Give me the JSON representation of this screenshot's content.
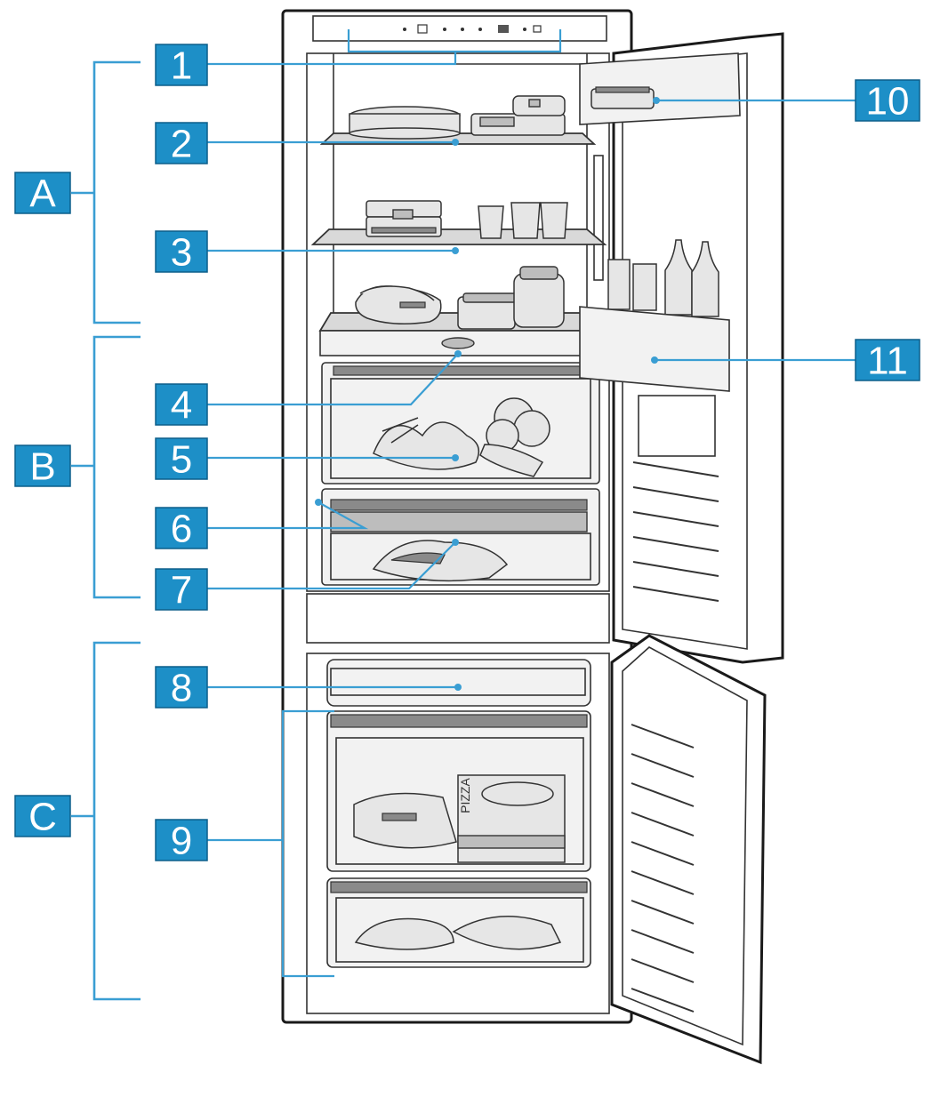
{
  "labels": [
    {
      "id": "1",
      "text": "1"
    },
    {
      "id": "2",
      "text": "2"
    },
    {
      "id": "3",
      "text": "3"
    },
    {
      "id": "4",
      "text": "4"
    },
    {
      "id": "5",
      "text": "5"
    },
    {
      "id": "6",
      "text": "6"
    },
    {
      "id": "7",
      "text": "7"
    },
    {
      "id": "8",
      "text": "8"
    },
    {
      "id": "9",
      "text": "9"
    },
    {
      "id": "10",
      "text": "10"
    },
    {
      "id": "11",
      "text": "11"
    }
  ],
  "zones": [
    {
      "id": "A",
      "text": "A"
    },
    {
      "id": "B",
      "text": "B"
    },
    {
      "id": "C",
      "text": "C"
    }
  ],
  "pizza_box_text": "PIZZA",
  "colors": {
    "label_fill": "#1d8fc7",
    "leader_line": "#3a9ed3",
    "outline": "#1a1a1a"
  }
}
